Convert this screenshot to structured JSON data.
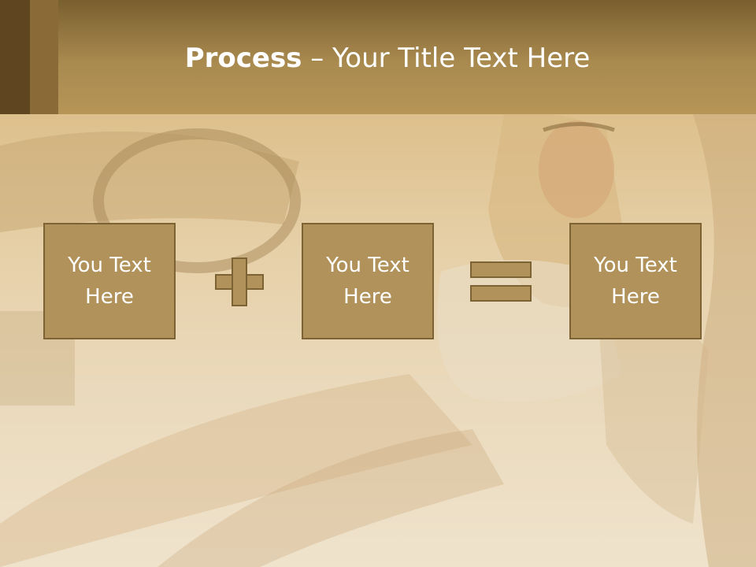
{
  "slide": {
    "title_bold": "Process",
    "title_rest": " – Your Title Text Here",
    "boxes": [
      {
        "text": "You Text Here"
      },
      {
        "text": "You Text Here"
      },
      {
        "text": "You Text Here"
      }
    ],
    "operators": [
      "plus-icon",
      "equals-icon"
    ],
    "colors": {
      "accent": "#b0925a",
      "accent_border": "#7d6234",
      "title_band": "#a98a4f",
      "text": "#ffffff"
    }
  }
}
